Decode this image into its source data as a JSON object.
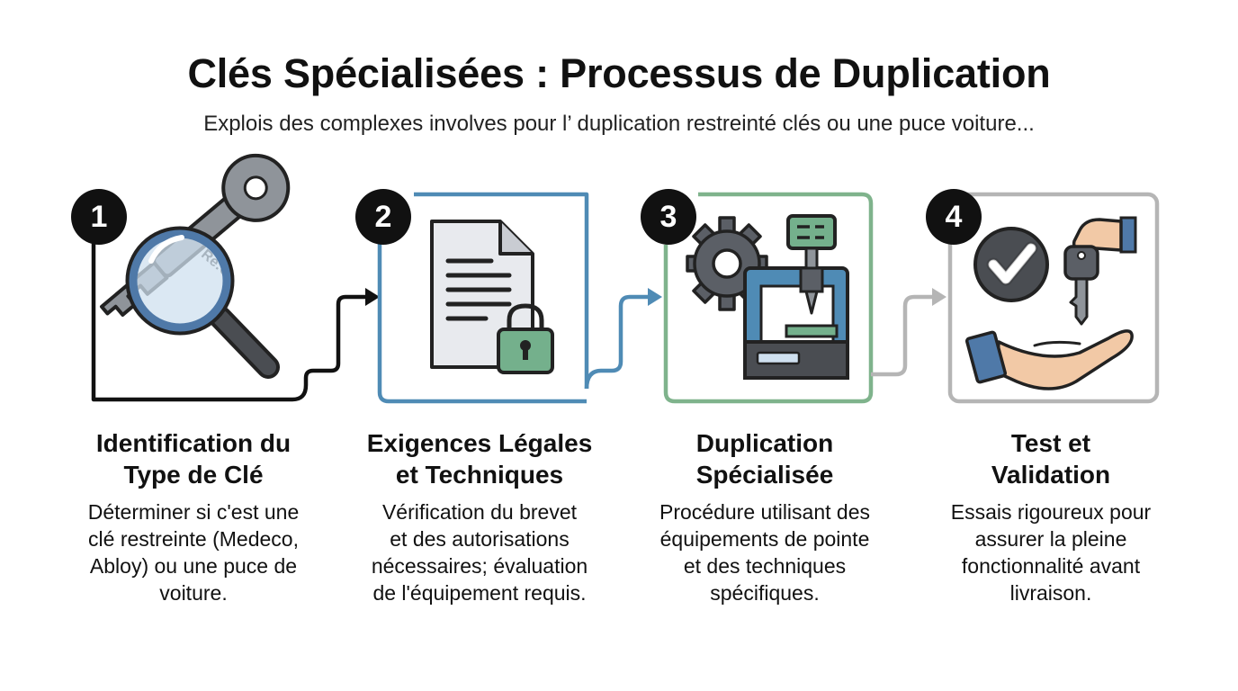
{
  "header": {
    "title": "Clés Spécialisées : Processus de Duplication",
    "subtitle": "Explois des complexes involves pour l’ duplication restreinté clés ou une puce voiture..."
  },
  "colors": {
    "step1": "#111111",
    "step2": "#4f8bb5",
    "step3": "#7fb38c",
    "step4": "#b5b5b5"
  },
  "steps": [
    {
      "number": "1",
      "title_line1": "Identification du",
      "title_line2": "Type de Clé",
      "desc_lines": [
        "Déterminer si c'est une",
        "clé restreinte (Medeco,",
        "Abloy) ou une puce de",
        "voiture."
      ],
      "icon": "magnifier-key-icon",
      "key_engraving": "Re:C"
    },
    {
      "number": "2",
      "title_line1": "Exigences Légales",
      "title_line2": "et Techniques",
      "desc_lines": [
        "Vérification du brevet",
        "et des autorisations",
        "nécessaires; évaluation",
        "de l'équipement requis."
      ],
      "icon": "document-lock-icon"
    },
    {
      "number": "3",
      "title_line1": "Duplication",
      "title_line2": "Spécialisée",
      "desc_lines": [
        "Procédure utilisant des",
        "équipements de pointe",
        "et des techniques",
        "spécifiques."
      ],
      "icon": "gear-machine-icon"
    },
    {
      "number": "4",
      "title_line1": "Test et",
      "title_line2": "Validation",
      "desc_lines": [
        "Essais rigoureux pour",
        "assurer la pleine",
        "fonctionnalité avant",
        "livraison."
      ],
      "icon": "checkmark-key-handoff-icon"
    }
  ]
}
